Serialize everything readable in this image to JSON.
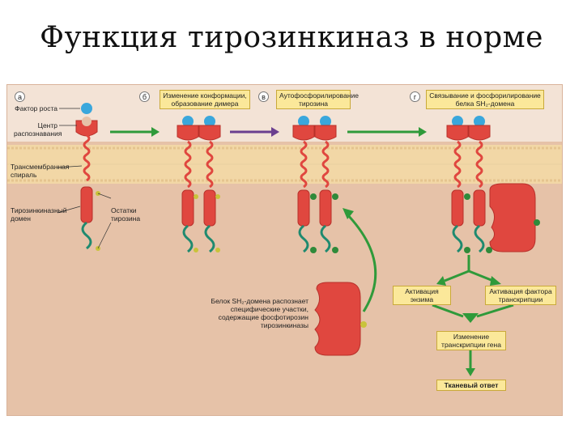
{
  "title": "Функция тирозинкиназ в норме",
  "panels": {
    "a": "а",
    "b": "б",
    "v": "в",
    "g": "г"
  },
  "labels": {
    "growth_factor": "Фактор роста",
    "recognition_center": "Центр распознавания",
    "transmembrane_helix": "Трансмембранная спираль",
    "tyrosine_kinase_domain": "Тирозинкиназный домен",
    "tyrosine_residues": "Остатки тирозина",
    "sh2_protein": "Белок SH₂-домена распознает специфические участки, содержащие фосфотирозин тирозинкиназы"
  },
  "boxes": {
    "conformation_change": "Изменение конформации, образование димера",
    "autophosphorylation": "Аутофосфорилирование тирозина",
    "sh2_binding": "Связывание и фосфорилирование белка SH₂-домена",
    "enzyme_activation": "Активация энзима",
    "tf_activation": "Активация фактора транскрипции",
    "transcription_change": "Изменение транскрипции гена",
    "tissue_response": "Тканевый ответ"
  },
  "colors": {
    "cytoplasm": "#e6c2a8",
    "extracellular": "#f3e3d6",
    "membrane": "#f2d7a6",
    "receptor": "#e0473f",
    "ligand": "#3aa7dc",
    "tail": "#1f8a6f",
    "arrow_green": "#2f9a3a",
    "arrow_purple": "#6b3f8f",
    "box_fill": "#fbe89a"
  }
}
